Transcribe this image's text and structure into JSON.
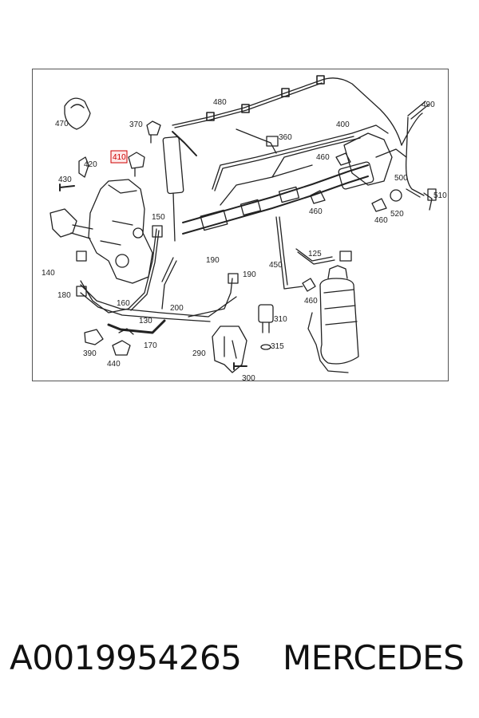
{
  "callouts": [
    {
      "id": "c480",
      "text": "480"
    },
    {
      "id": "c490",
      "text": "490"
    },
    {
      "id": "c470",
      "text": "470"
    },
    {
      "id": "c370",
      "text": "370"
    },
    {
      "id": "c360",
      "text": "360"
    },
    {
      "id": "c400",
      "text": "400"
    },
    {
      "id": "c410",
      "text": "410",
      "highlight": true
    },
    {
      "id": "c420",
      "text": "420"
    },
    {
      "id": "c430",
      "text": "430"
    },
    {
      "id": "c460a",
      "text": "460"
    },
    {
      "id": "c500",
      "text": "500"
    },
    {
      "id": "c510",
      "text": "510"
    },
    {
      "id": "c460b",
      "text": "460"
    },
    {
      "id": "c460c",
      "text": "460"
    },
    {
      "id": "c520",
      "text": "520"
    },
    {
      "id": "c150",
      "text": "150"
    },
    {
      "id": "c190a",
      "text": "190"
    },
    {
      "id": "c125",
      "text": "125"
    },
    {
      "id": "c450",
      "text": "450"
    },
    {
      "id": "c140",
      "text": "140"
    },
    {
      "id": "c190b",
      "text": "190"
    },
    {
      "id": "c460d",
      "text": "460"
    },
    {
      "id": "c180",
      "text": "180"
    },
    {
      "id": "c160",
      "text": "160"
    },
    {
      "id": "c200",
      "text": "200"
    },
    {
      "id": "c310",
      "text": "310"
    },
    {
      "id": "c130",
      "text": "130"
    },
    {
      "id": "c390",
      "text": "390"
    },
    {
      "id": "c170",
      "text": "170"
    },
    {
      "id": "c290",
      "text": "290"
    },
    {
      "id": "c315",
      "text": "315"
    },
    {
      "id": "c440",
      "text": "440"
    },
    {
      "id": "c300",
      "text": "300"
    }
  ],
  "highlight_color": "#cc0000",
  "footer": {
    "part_number": "A0019954265",
    "brand": "MERCEDES"
  }
}
